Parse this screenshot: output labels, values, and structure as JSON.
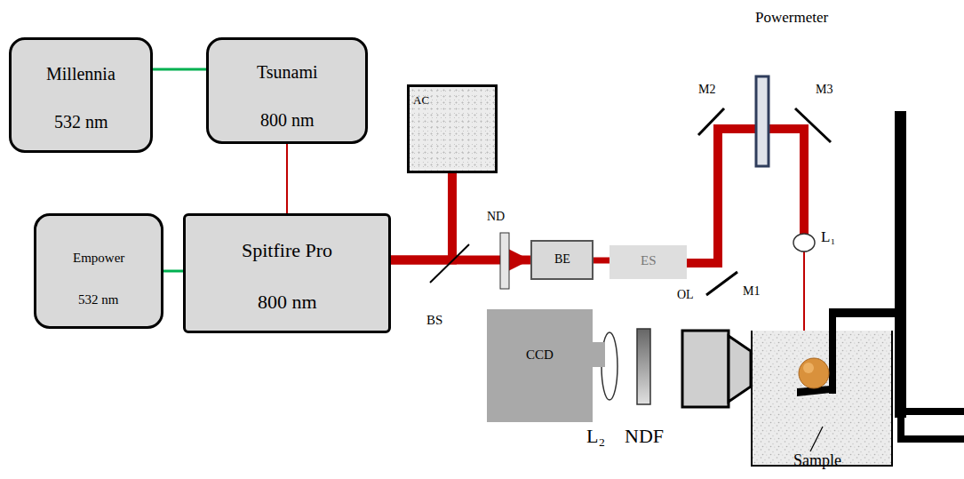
{
  "diagram": {
    "nodes": [
      {
        "text": [
          "Millennia",
          "532 nm"
        ]
      },
      {
        "text": [
          "Tsunami",
          "800 nm"
        ]
      },
      {
        "text": [
          "Empower",
          "532 nm"
        ]
      },
      {
        "text": [
          "Spitfire Pro",
          "800 nm"
        ]
      },
      {
        "text": [
          "AC"
        ]
      },
      {
        "text": [
          "BE"
        ]
      },
      {
        "text": [
          "ES"
        ]
      },
      {
        "text": [
          "CCD"
        ]
      }
    ],
    "edges": [
      {
        "from": 0,
        "to": 1,
        "arrow": "none"
      },
      {
        "from": 1,
        "to": 3,
        "arrow": "none"
      },
      {
        "from": 2,
        "to": 3,
        "arrow": "none"
      },
      {
        "from": 3,
        "to": 5,
        "arrow": "to"
      },
      {
        "from": 3,
        "to": 4,
        "arrow": "none"
      },
      {
        "from": 5,
        "to": 6,
        "arrow": "none"
      }
    ],
    "labels": [
      "Powermeter",
      "M2",
      "M3",
      "ND",
      "BS",
      "OL",
      "M1",
      "L₁",
      "L₂",
      "NDF",
      "Sample"
    ]
  }
}
